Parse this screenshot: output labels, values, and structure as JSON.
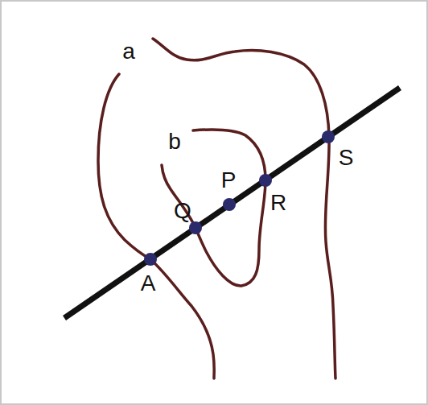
{
  "diagram": {
    "labels": [
      "a",
      "b",
      "A",
      "Q",
      "P",
      "R",
      "S"
    ]
  }
}
